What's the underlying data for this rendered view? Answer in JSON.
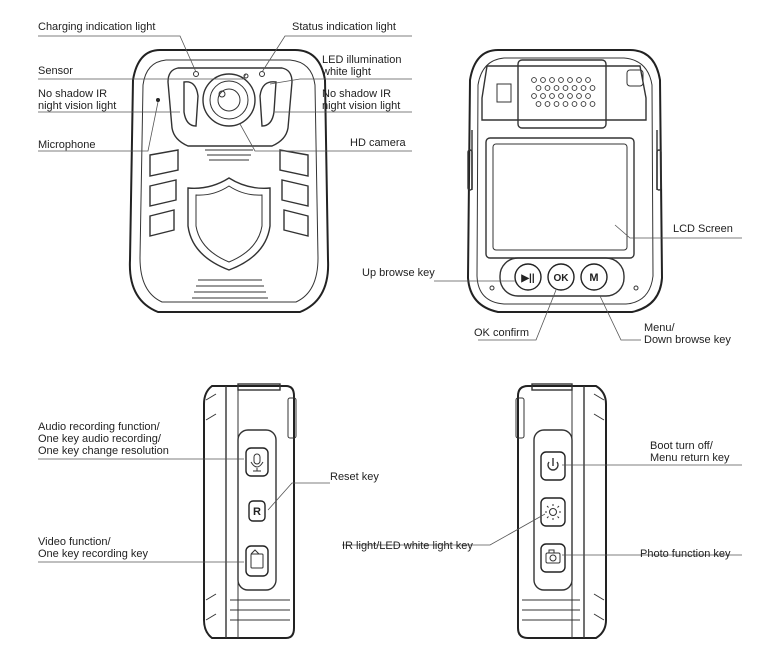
{
  "labels": {
    "charging_light": "Charging indication light",
    "status_light": "Status indication light",
    "sensor": "Sensor",
    "led_illumination": [
      "LED illumination",
      "white light"
    ],
    "ir_left": [
      "No shadow IR",
      "night vision light"
    ],
    "ir_right": [
      "No shadow IR",
      "night vision light"
    ],
    "microphone": "Microphone",
    "hd_camera": "HD camera",
    "lcd_screen": "LCD Screen",
    "up_browse": "Up browse key",
    "ok_confirm": "OK confirm",
    "menu_down": [
      "Menu/",
      "Down browse key"
    ],
    "audio_recording": [
      "Audio recording function/",
      "One key audio recording/",
      "One key change resolution"
    ],
    "reset_key": "Reset key",
    "video_function": [
      "Video function/",
      "One key recording key"
    ],
    "boot_off": [
      "Boot turn off/",
      "Menu return key"
    ],
    "ir_led_key": "IR light/LED white light key",
    "photo_key": "Photo function key"
  },
  "keys": {
    "play_pause": "▶||",
    "ok": "OK",
    "menu": "M",
    "reset": "R"
  },
  "icons": [
    "microphone-icon",
    "camera-icon",
    "power-icon",
    "sun-icon",
    "photo-icon",
    "shield-icon"
  ]
}
